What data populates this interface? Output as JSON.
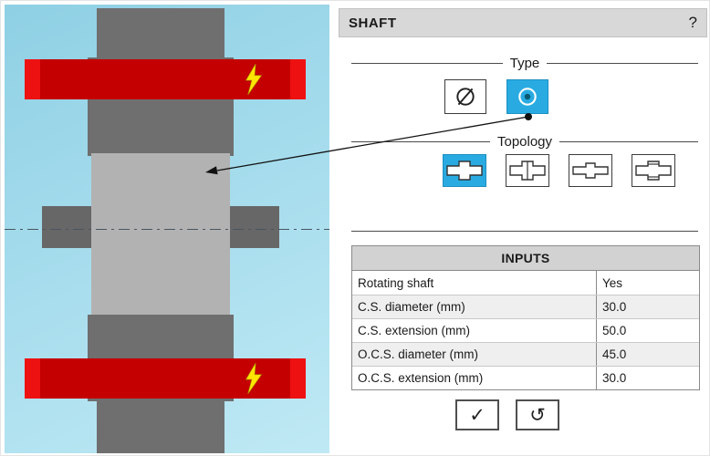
{
  "header": {
    "title": "SHAFT",
    "help": "?"
  },
  "sections": {
    "type": {
      "label": "Type"
    },
    "topology": {
      "label": "Topology"
    }
  },
  "type_buttons": [
    {
      "name": "hollow-shaft",
      "icon": "slashed-circle",
      "selected": false
    },
    {
      "name": "solid-shaft",
      "icon": "circle-dot",
      "selected": true
    }
  ],
  "topology_buttons": [
    {
      "name": "topology-symmetric-step",
      "icon": "stepped-shaft-1",
      "selected": true
    },
    {
      "name": "topology-step-with-lines",
      "icon": "stepped-shaft-2",
      "selected": false
    },
    {
      "name": "topology-small-center-step",
      "icon": "stepped-shaft-3",
      "selected": false
    },
    {
      "name": "topology-double-step",
      "icon": "stepped-shaft-4",
      "selected": false
    }
  ],
  "inputs": {
    "header": "INPUTS",
    "rows": [
      {
        "label": "Rotating shaft",
        "value": "Yes"
      },
      {
        "label": "C.S. diameter (mm)",
        "value": "30.0"
      },
      {
        "label": "C.S. extension (mm)",
        "value": "50.0"
      },
      {
        "label": "O.C.S. diameter (mm)",
        "value": "45.0"
      },
      {
        "label": "O.C.S. extension (mm)",
        "value": "30.0"
      }
    ]
  },
  "actions": {
    "confirm": "✓",
    "reset": "↺"
  },
  "graphic_icons": {
    "bearing_warning": "lightning-bolt-icon"
  },
  "colors": {
    "accent": "#29abe2",
    "bearing_red": "#c40000",
    "bearing_red_bright": "#ee1111",
    "bolt_yellow": "#ffe500"
  }
}
